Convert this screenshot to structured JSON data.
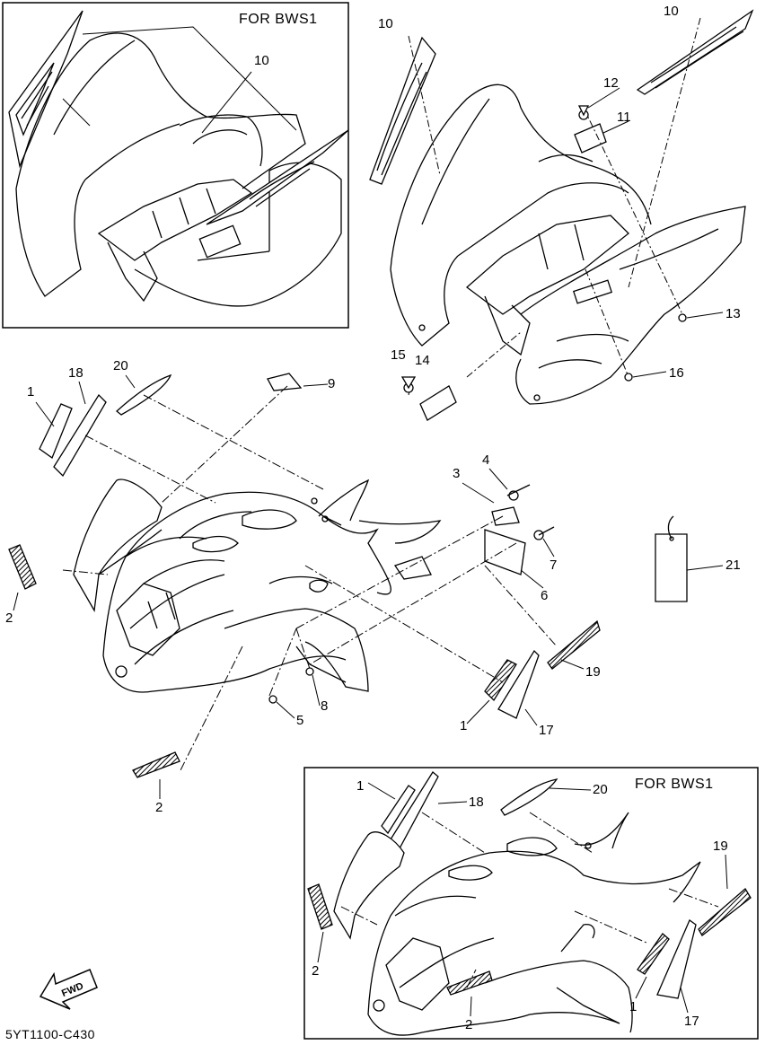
{
  "diagram": {
    "inset_top": {
      "title": "FOR BWS1"
    },
    "inset_bottom": {
      "title": "FOR BWS1"
    },
    "drawing_code": "5YT1100-C430",
    "fwd_label": "FWD",
    "callouts": {
      "c10a": "10",
      "c10b": "10",
      "c10c": "10",
      "c12": "12",
      "c11": "11",
      "c13": "13",
      "c16": "16",
      "c15": "15",
      "c14": "14",
      "c1a": "1",
      "c18a": "18",
      "c20a": "20",
      "c9": "9",
      "c4": "4",
      "c3": "3",
      "c7": "7",
      "c6": "6",
      "c21": "21",
      "c2a": "2",
      "c19a": "19",
      "c1b": "1",
      "c17a": "17",
      "c5": "5",
      "c8": "8",
      "c2b": "2",
      "c1c": "1",
      "c18b": "18",
      "c20b": "20",
      "c19b": "19",
      "c2c": "2",
      "c2d": "2",
      "c1d": "1",
      "c17b": "17"
    }
  }
}
